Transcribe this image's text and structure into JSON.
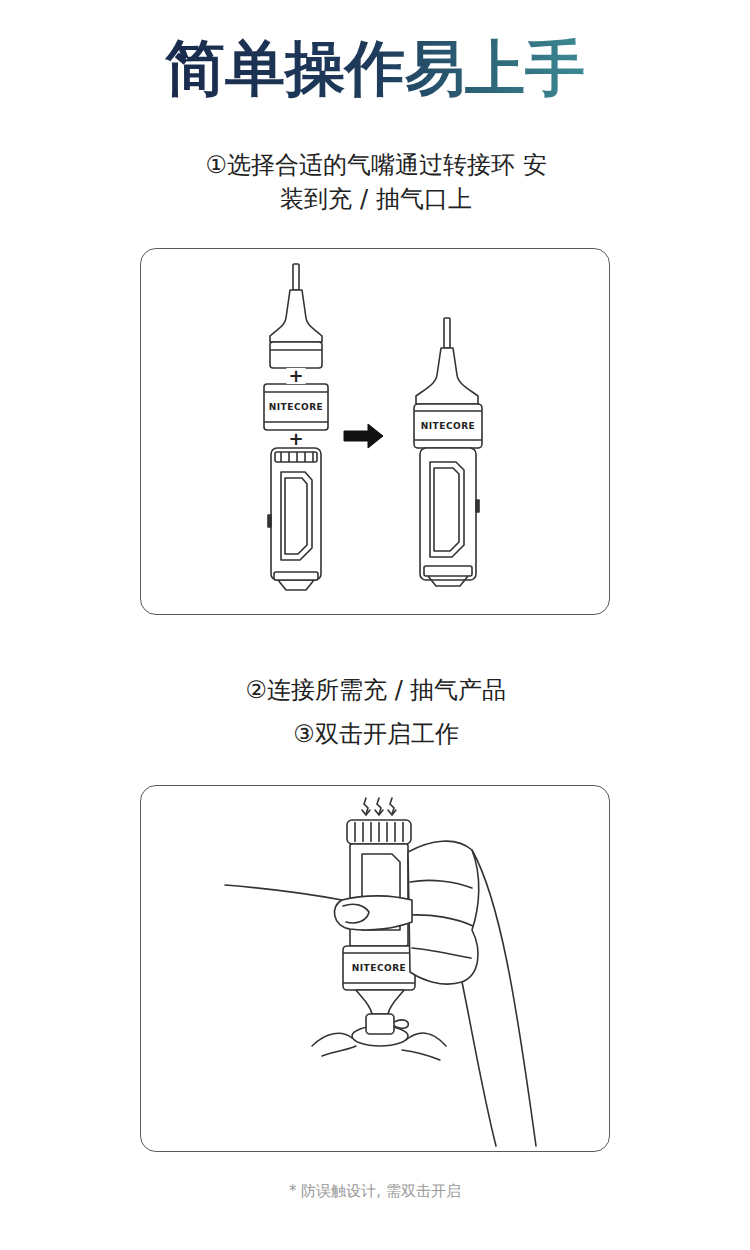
{
  "diagram": {
    "title": "简单操作易上手",
    "caption": "* 防误触设计, 需双击开启",
    "nodes": [
      {
        "text": [
          "①选择合适的气嘴通过转接环 安装到充 / 抽气口上"
        ]
      },
      {
        "text": [
          "②连接所需充 / 抽气产品",
          "③双击开启工作"
        ]
      }
    ],
    "labels": [
      "+",
      "NITECORE",
      "+",
      "NITECORE",
      "NITECORE"
    ]
  }
}
